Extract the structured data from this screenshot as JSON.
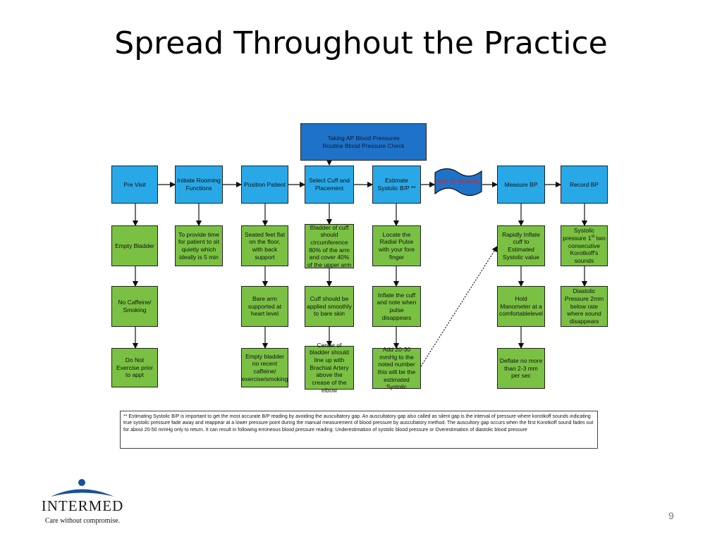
{
  "title": "Spread Throughout the Practice",
  "header": [
    "Taking AP Blood Pressures",
    "Routine Blood Pressure Check"
  ],
  "steps": {
    "pre_visit": "Pre Visit",
    "rooming": "Initiate Rooming Functions",
    "position": "Position Patient",
    "cuff": "Select Cuff and Placement",
    "estimate": "Estimate Systolic B/P **",
    "wait": "Wait 30 Seconds",
    "measure": "Measure BP",
    "record": "Record BP"
  },
  "details": {
    "empty_bladder": "Empty Bladder",
    "no_caffeine": "No Caffeine/ Smoking",
    "no_exercise": "Do Not Exercise prior to appt",
    "provide_time": "To provide time for patient to sit quietly which ideally is  5 min",
    "seated": "Seated feet flat on the floor, with back support",
    "bare_arm": "Bare arm supported at heart level",
    "empty_bladder_no": "Empty bladder no recent caffeine/ exercise/smoking",
    "bladder_cuff": "Bladder of cuff should circumference 80% of the arm and cover 40% of the upper arm",
    "cuff_smooth": "Cuff should be applied smoothly to bare skin",
    "center_bladder": "Center of bladder should line up with Brachial Artery above the crease of the elbow",
    "locate_radial": "Locate the Radial Pulse with your fore finger",
    "inflate": "Inflate the cuff and note when pulse disappears",
    "add_mmhg": "Add 20-30 mmHg to the noted number this will be the estimated Systolic",
    "rapidly_inflate": "Rapidly Inflate cuff to Estimated Systolic value",
    "hold_manometer": "Hold Manometer at a comfortablelevel",
    "deflate": "Deflate no more than 2-3 mm per sec",
    "systolic_pre": "Systolic pressure 1",
    "systolic_sup": "st",
    "systolic_post": " two consecutive Korotkoff's sounds",
    "diastolic": "Diastolic Pressure 2mm below rate where sound disappears"
  },
  "footnote": "** Estimating Systolic B/P is important to get the most accurate B/P reading by avoiding the auscultatory gap. An auscultatory gap also called as silent gap is the interval of pressure where korotkoff sounds indicating true systolic pressure fade away and reappear at a lower pressure point during the manual measurement of blood pressure by auscultatory method. The auscultory gap occurs when the first Korotkoff sound fades out for about 20-50 mmHg only to return. It can result in following erroneous blood pressure reading: Underestimation of systolic blood pressure  or Overestimation of diastolic blood pressure",
  "logo": {
    "name": "INTERMED",
    "tagline": "Care without compromise."
  },
  "page_number": "9",
  "colors": {
    "step": "#29a8e8",
    "detail": "#7ac143",
    "header": "#1e73c8",
    "wait_text": "#e02020",
    "logo_blue": "#1a4f9c"
  }
}
